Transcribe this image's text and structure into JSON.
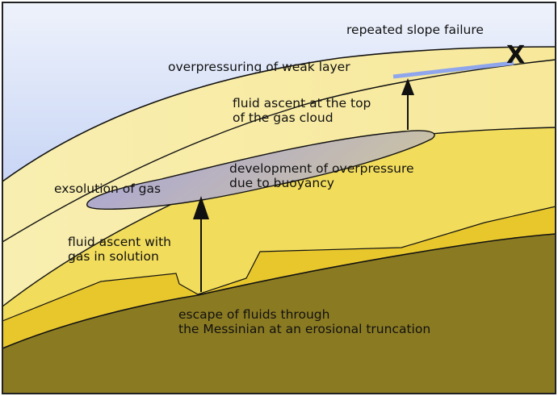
{
  "figure": {
    "type": "geological cross-section",
    "colors": {
      "sky_top": "#eef2fb",
      "sky_bottom": "#9bb3ee",
      "upper_layer": "#f8eda8",
      "middle_layer": "#f1dc5c",
      "lower_layer": "#e9c92e",
      "basement": "#8a7a22",
      "gas_cloud_left": "#a6a2dc",
      "gas_cloud_right": "#c9c0a6",
      "weak_layer": "#8fa6ec",
      "line": "#111111"
    }
  },
  "labels": {
    "slope_failure": "repeated slope failure",
    "failure_marker": "X",
    "weak_layer": "overpressuring of weak layer",
    "fluid_top_line1": "fluid ascent at the top",
    "fluid_top_line2": "of the gas cloud",
    "overpressure_line1": "development of overpressure",
    "overpressure_line2": "due to buoyancy",
    "exsolution": "exsolution of gas",
    "fluid_solution_line1": "fluid ascent  with",
    "fluid_solution_line2": "gas in solution",
    "escape_line1": "escape of fluids through",
    "escape_line2": "the Messinian at an erosional truncation"
  }
}
